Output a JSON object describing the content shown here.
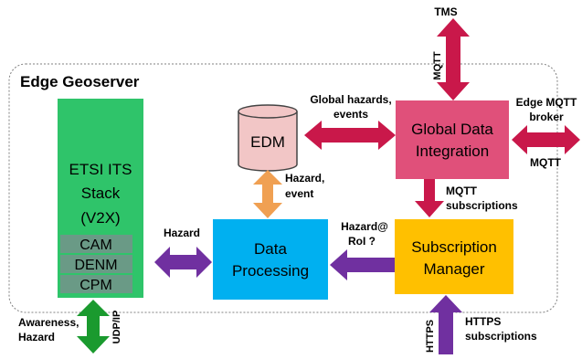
{
  "container": {
    "title": "Edge Geoserver"
  },
  "etsi": {
    "lines": [
      "ETSI ITS",
      "Stack",
      "(V2X)"
    ],
    "messages": [
      "CAM",
      "DENM",
      "CPM"
    ]
  },
  "edm": {
    "label": "EDM"
  },
  "gdi": {
    "lines": [
      "Global Data",
      "Integration"
    ]
  },
  "dp": {
    "lines": [
      "Data",
      "Processing"
    ]
  },
  "sm": {
    "lines": [
      "Subscription",
      "Manager"
    ]
  },
  "labels": {
    "tms": "TMS",
    "mqtt_vertical": "MQTT",
    "global_hazards": [
      "Global hazards,",
      "events"
    ],
    "edge_mqtt": [
      "Edge MQTT",
      "broker"
    ],
    "mqtt_right": "MQTT",
    "hazard_event": [
      "Hazard,",
      "event"
    ],
    "mqtt_subs": [
      "MQTT",
      "subscriptions"
    ],
    "hazard": "Hazard",
    "hazard_roi": [
      "Hazard@",
      "RoI ?"
    ],
    "awareness": [
      "Awareness,",
      "Hazard"
    ],
    "udp_ip": "UDP/IP",
    "https_vertical": "HTTPS",
    "https_subs": [
      "HTTPS",
      "subscriptions"
    ]
  },
  "colors": {
    "etsi": "#2fc46a",
    "etsi_inner": "#6a9a86",
    "edm": "#f2c6c6",
    "gdi": "#e0507a",
    "dp": "#00b0f0",
    "sm": "#ffc000",
    "arrow_crimson": "#c9184a",
    "arrow_orange": "#f0a052",
    "arrow_purple": "#7030a0",
    "arrow_green": "#1a9a2e"
  }
}
